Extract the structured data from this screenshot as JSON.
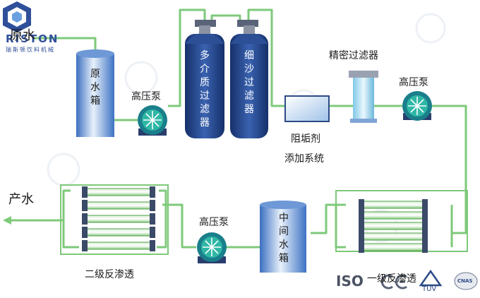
{
  "logo": {
    "brand": "RISTON",
    "tagline": "瑞斯顿饮料机械",
    "color": "#2f4f9a"
  },
  "labels": {
    "raw_water": "原水",
    "raw_tank": "原水箱",
    "pump1": "高压泵",
    "media_filter": "多介质过滤器",
    "sand_filter": "细沙过滤器",
    "fine_filter": "精密过滤器",
    "pump2": "高压泵",
    "antiscalant_line1": "阻垢剂",
    "antiscalant_line2": "添加系统",
    "product_water": "产水",
    "ro2": "二级反渗透",
    "pump3": "高压泵",
    "mid_tank": "中间水箱",
    "ro1": "一级反渗透"
  },
  "certs": {
    "iso": "ISO",
    "ce": "CE",
    "tuv": "TÜV",
    "cnas": "CNAS"
  },
  "colors": {
    "pipe": "#7ec97a",
    "tank": "#2f63b0",
    "filter": "#1f3e82",
    "pump": "#1b9c8e",
    "membrane": "#4fa04a"
  }
}
